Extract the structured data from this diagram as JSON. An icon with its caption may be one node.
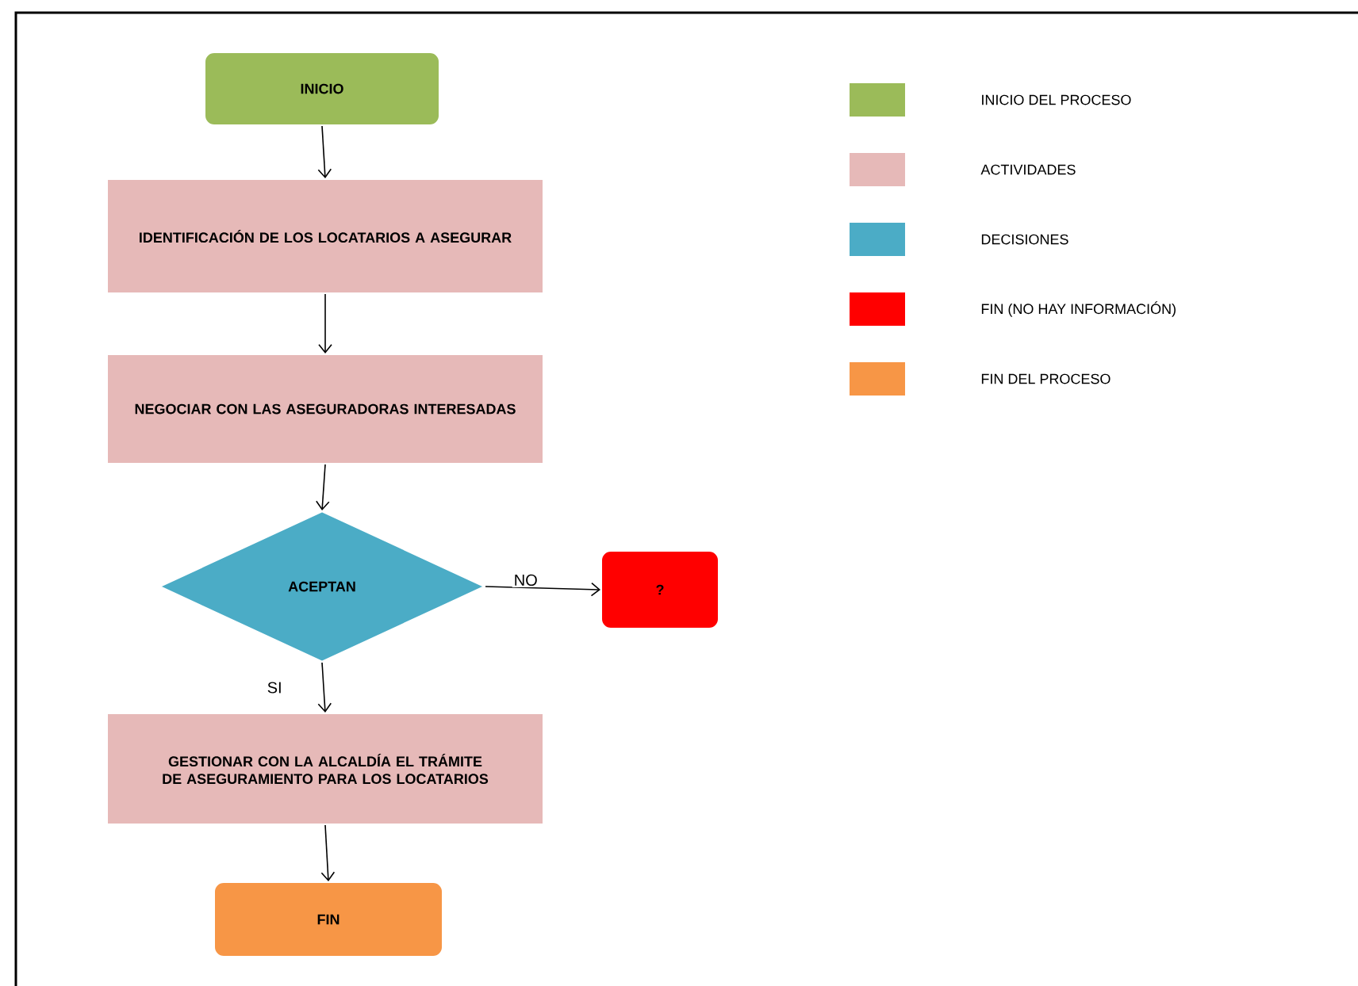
{
  "diagram": {
    "nodes": [
      {
        "text": [
          "INICIO"
        ]
      },
      {
        "text": [
          "IDENTIFICACIÓN DE LOS LOCATARIOS A ASEGURAR"
        ]
      },
      {
        "text": [
          "NEGOCIAR CON LAS ASEGURADORAS INTERESADAS"
        ]
      },
      {
        "text": [
          "ACEPTAN"
        ]
      },
      {
        "text": [
          "?"
        ]
      },
      {
        "text": [
          "GESTIONAR CON LA ALCALDÍA EL TRÁMITE DE ASEGURAMIENTO PARA LOS LOCATARIOS"
        ]
      },
      {
        "text": [
          "FIN"
        ]
      }
    ],
    "edges": [
      {
        "from": 0,
        "to": 1,
        "arrow": "to"
      },
      {
        "from": 1,
        "to": 2,
        "arrow": "to"
      },
      {
        "from": 2,
        "to": 3,
        "arrow": "to"
      },
      {
        "from": 3,
        "to": 4,
        "arrow": "to",
        "label": "NO"
      },
      {
        "from": 3,
        "to": 5,
        "arrow": "to",
        "label": "SI"
      },
      {
        "from": 5,
        "to": 6,
        "arrow": "to"
      }
    ],
    "legend": [
      {
        "text": "INICIO DEL PROCESO",
        "color": "#9bbb59"
      },
      {
        "text": "ACTIVIDADES",
        "color": "#e6b9b8"
      },
      {
        "text": "DECISIONES",
        "color": "#4bacc6"
      },
      {
        "text": "FIN (NO HAY INFORMACIÓN)",
        "color": "#ff0000"
      },
      {
        "text": "FIN DEL PROCESO",
        "color": "#f79646"
      }
    ]
  }
}
